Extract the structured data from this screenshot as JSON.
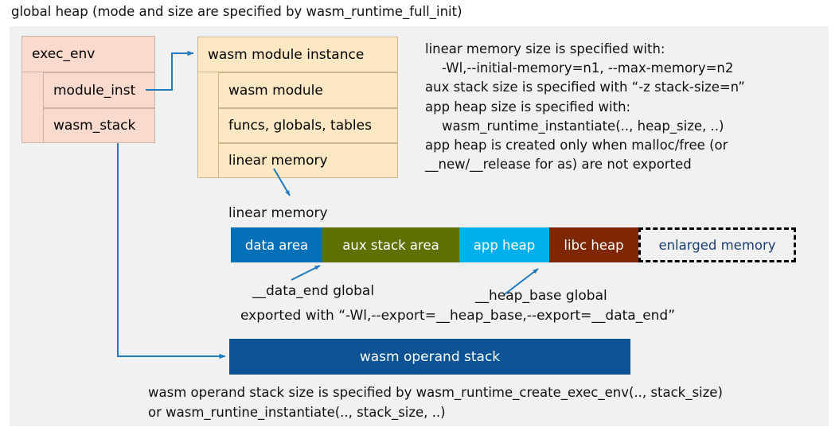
{
  "title": "global heap (mode and size are specified by wasm_runtime_full_init)",
  "colors": {
    "canvas_bg": "#f1f1f1",
    "exec_env_fill": "#fadacd",
    "module_inst_fill": "#fde8c3",
    "data_area": "#0570b8",
    "aux_stack_area": "#5f7000",
    "app_heap": "#00b0ec",
    "libc_heap": "#7f2704",
    "enlarged_memory_text": "#1c3f73",
    "operand_stack": "#0b5394",
    "connector": "#1f7ac0"
  },
  "exec_env": {
    "header": "exec_env",
    "rows": [
      {
        "label": "module_inst"
      },
      {
        "label": "wasm_stack"
      }
    ]
  },
  "module_instance": {
    "header": "wasm module instance",
    "rows": [
      {
        "label": "wasm module"
      },
      {
        "label": "funcs, globals, tables"
      },
      {
        "label": "linear memory"
      }
    ]
  },
  "info_text": "linear memory size is specified with:\n    -Wl,--initial-memory=n1, --max-memory=n2\naux stack size is specified with “-z stack-size=n”\napp heap size is specified with:\n    wasm_runtime_instantiate(.., heap_size, ..)\napp heap is created only when malloc/free (or\n__new/__release for as) are not exported",
  "linear_memory": {
    "label": "linear memory",
    "segments": [
      {
        "label": "data area",
        "color": "#0570b8",
        "width": 115,
        "style": "solid"
      },
      {
        "label": "aux stack area",
        "color": "#5f7000",
        "width": 172,
        "style": "solid"
      },
      {
        "label": "app heap",
        "color": "#00b0ec",
        "width": 113,
        "style": "solid"
      },
      {
        "label": "libc heap",
        "color": "#7f2704",
        "width": 112,
        "style": "solid"
      },
      {
        "label": "enlarged memory",
        "color": "#f1f1f1",
        "width": 198,
        "style": "dashed"
      }
    ]
  },
  "annotations": {
    "data_end": "__data_end global",
    "heap_base": "__heap_base global",
    "exported_with": "exported with “-Wl,--export=__heap_base,--export=__data_end”"
  },
  "operand_stack": {
    "label": "wasm operand stack"
  },
  "bottom_note": "wasm operand stack size is specified by wasm_runtime_create_exec_env(.., stack_size)\nor wasm_runtine_instantiate(.., stack_size, ..)"
}
